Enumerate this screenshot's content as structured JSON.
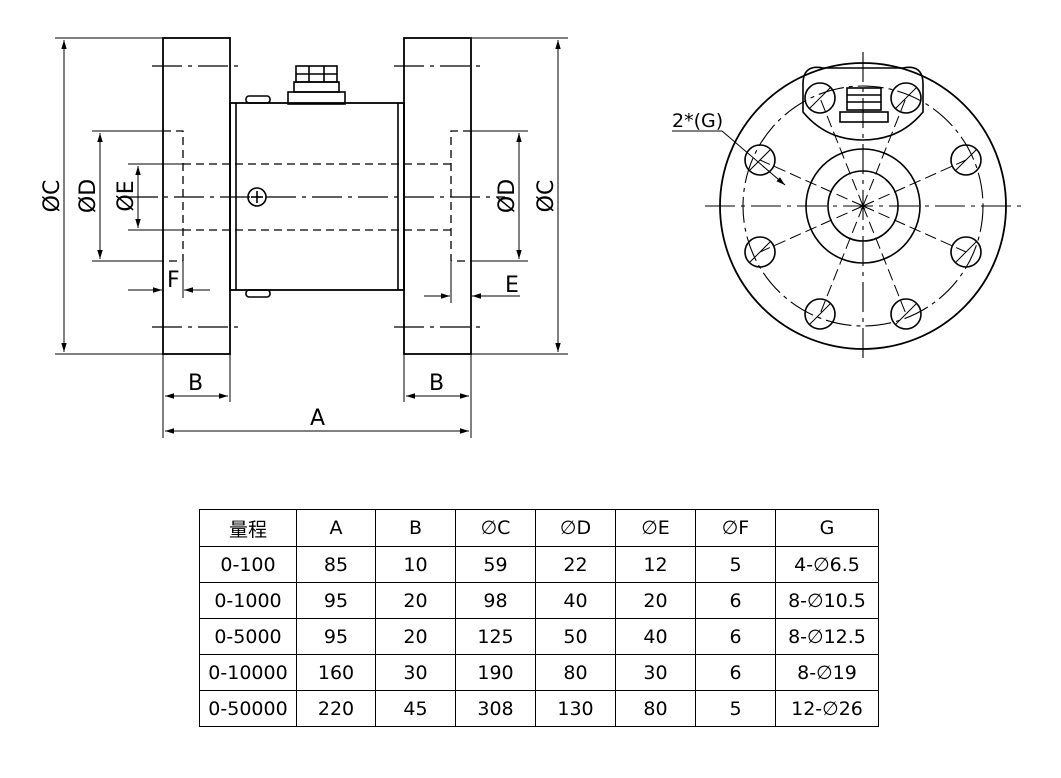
{
  "labels": {
    "phi_c": "ØC",
    "phi_d": "ØD",
    "phi_e": "ØE",
    "f": "F",
    "e": "E",
    "b": "B",
    "a": "A",
    "g_callout": "2*(G)"
  },
  "table": {
    "headers": [
      "量程",
      "A",
      "B",
      "∅C",
      "∅D",
      "∅E",
      "∅F",
      "G"
    ],
    "rows": [
      [
        "0-100",
        "85",
        "10",
        "59",
        "22",
        "12",
        "5",
        "4-∅6.5"
      ],
      [
        "0-1000",
        "95",
        "20",
        "98",
        "40",
        "20",
        "6",
        "8-∅10.5"
      ],
      [
        "0-5000",
        "95",
        "20",
        "125",
        "50",
        "40",
        "6",
        "8-∅12.5"
      ],
      [
        "0-10000",
        "160",
        "30",
        "190",
        "80",
        "30",
        "6",
        "8-∅19"
      ],
      [
        "0-50000",
        "220",
        "45",
        "308",
        "130",
        "80",
        "5",
        "12-∅26"
      ]
    ]
  }
}
